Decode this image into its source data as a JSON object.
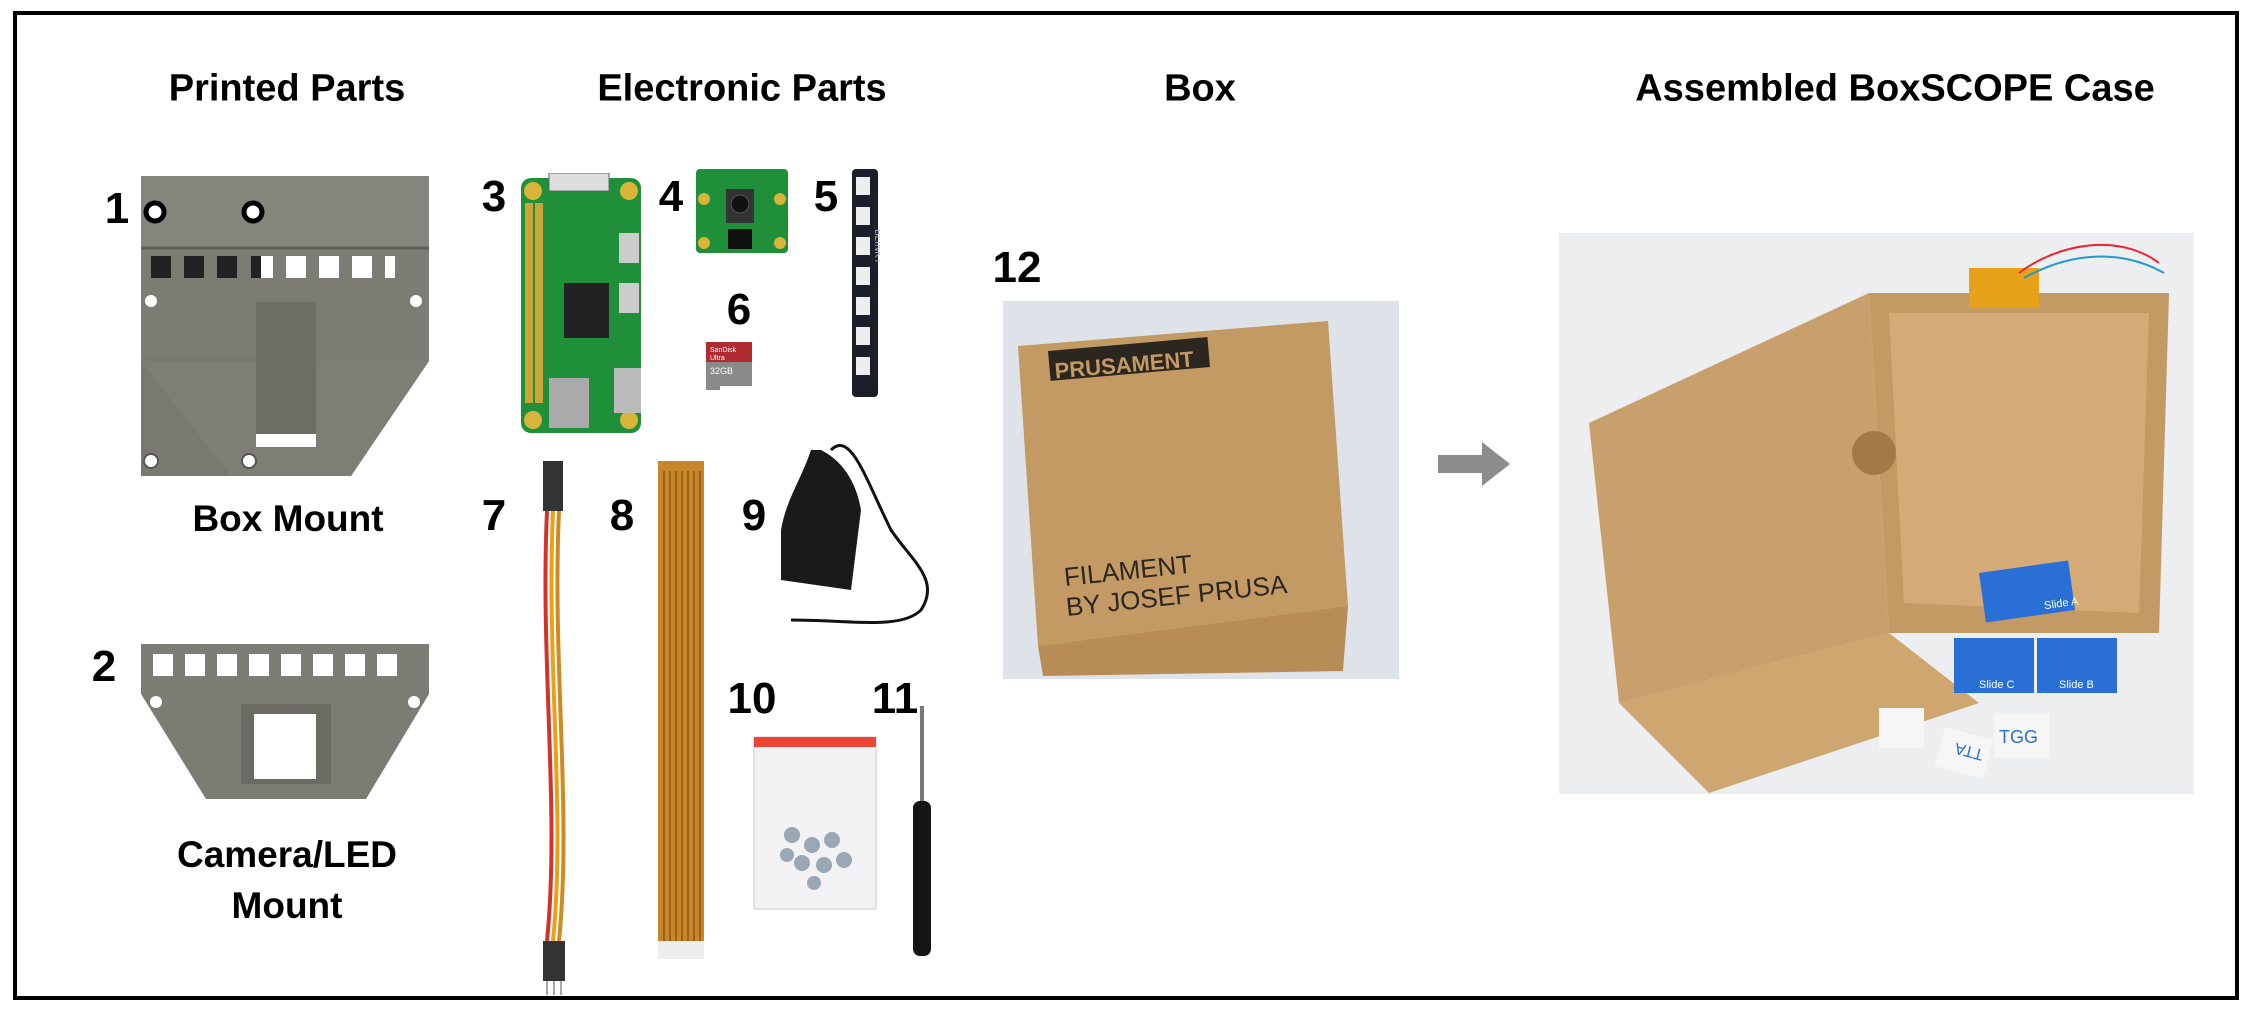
{
  "headings": {
    "printed": "Printed Parts",
    "electronic": "Electronic Parts",
    "box": "Box",
    "assembled": "Assembled BoxSCOPE Case"
  },
  "numbers": [
    "1",
    "2",
    "3",
    "4",
    "5",
    "6",
    "7",
    "8",
    "9",
    "10",
    "11",
    "12"
  ],
  "labels": {
    "box_mount": "Box Mount",
    "camera_led_line1": "Camera/LED",
    "camera_led_line2": "Mount"
  },
  "photo_text": {
    "sd_brand": "SanDisk",
    "sd_line": "Ultra",
    "sd_capacity": "32GB",
    "led_strip": "BLINKT",
    "box_brand": "PRUSAMENT",
    "box_line1": "FILAMENT",
    "box_line2": "BY JOSEF PRUSA",
    "slide_a": "Slide A",
    "slide_b": "Slide B",
    "slide_c": "Slide C",
    "tile_1": "TGG",
    "tile_2": "TTA"
  },
  "colors": {
    "printed_part": "#7d7c74",
    "pcb": "#1f8f3a",
    "cardboard": "#c49a64",
    "qr_blue": "#2a6fd6",
    "arrow": "#8c8c8c",
    "ribbon": "#c8862a"
  }
}
